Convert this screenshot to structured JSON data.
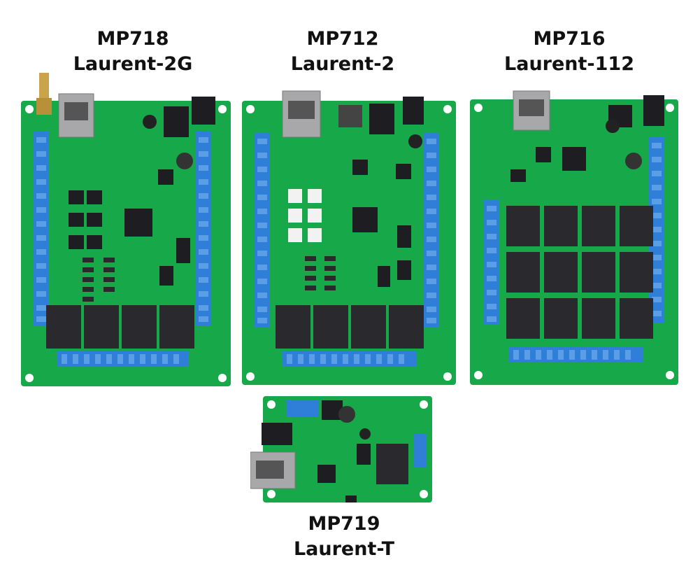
{
  "colors": {
    "pcb": "#17a84a",
    "pcb_dark": "#0f8a3a",
    "terminal_blue": "#2f7fd8",
    "relay": "#2a2a2e",
    "chip": "#1e1e22",
    "metal": "#a8a8aa",
    "silkscreen": "#e8f6ec"
  },
  "boards": [
    {
      "model": "MP718",
      "name": "Laurent-2G",
      "icon": "relay-board-image"
    },
    {
      "model": "MP712",
      "name": "Laurent-2",
      "icon": "relay-board-image"
    },
    {
      "model": "MP716",
      "name": "Laurent-112",
      "icon": "relay-board-image"
    },
    {
      "model": "MP719",
      "name": "Laurent-T",
      "icon": "relay-board-image"
    }
  ]
}
